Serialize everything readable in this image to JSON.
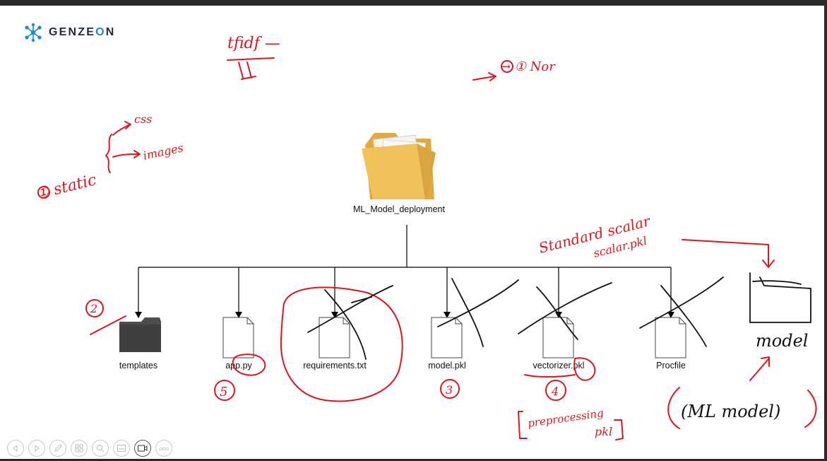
{
  "logo": {
    "text_before": "GENZE",
    "text_accent": "O",
    "text_after": "N",
    "accent_color": "#1e88c9"
  },
  "diagram": {
    "root": "ML_Model_deployment",
    "children": [
      "templates",
      "app.py",
      "requirements.txt",
      "model.pkl",
      "vectorizer.pkl",
      "Procfile"
    ]
  },
  "annotations": {
    "tfidf": "tfidf —",
    "nor": "→ ① Nor",
    "css": "css",
    "images": "images",
    "static": "① static",
    "standard_scalar": "Standard scalar",
    "scalar_pkl": "scalar.pkl",
    "model_folder": "model",
    "ml_model": "(ML model)",
    "preprocessing": "preprocessing",
    "pkl": "pkl",
    "num_2": "2",
    "num_5": "5",
    "num_3": "3",
    "num_4": "4"
  },
  "toolbar": {
    "buttons": [
      "prev",
      "next",
      "pen",
      "slides",
      "zoom",
      "subtitles",
      "video",
      "more"
    ],
    "more_label": "ooo"
  },
  "colors": {
    "ink_red": "#e0141e",
    "ink_black": "#111111",
    "folder_yellow": "#f0c35a",
    "folder_dark": "#4d4d4d"
  }
}
